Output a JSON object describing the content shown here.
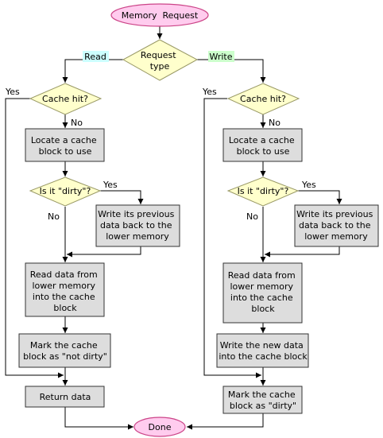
{
  "colors": {
    "terminal_fill": "#ffccee",
    "terminal_stroke": "#cc4488",
    "decision_fill": "#ffffcc",
    "decision_stroke": "#999966",
    "process_fill": "#dddddd",
    "process_stroke": "#333333",
    "read_tag_bg": "#ccffff",
    "write_tag_bg": "#ccffcc",
    "line": "#000000"
  },
  "start": {
    "label": "Memory  Request"
  },
  "end": {
    "label": "Done"
  },
  "request_type": {
    "lines": [
      "Request",
      "type"
    ]
  },
  "read_tag": "Read",
  "write_tag": "Write",
  "read": {
    "cache_hit": "Cache hit?",
    "yes": "Yes",
    "no": "No",
    "locate": [
      "Locate a cache",
      "block to use"
    ],
    "dirty": "Is it \"dirty\"?",
    "dirty_yes": "Yes",
    "dirty_no": "No",
    "write_prev": [
      "Write its previous",
      "data back to the",
      "lower memory"
    ],
    "read_data": [
      "Read data from",
      "lower memory",
      "into the cache",
      "block"
    ],
    "mark": [
      "Mark the cache",
      "block as \"not dirty\""
    ],
    "return": "Return data"
  },
  "write": {
    "cache_hit": "Cache hit?",
    "yes": "Yes",
    "no": "No",
    "locate": [
      "Locate a cache",
      "block to use"
    ],
    "dirty": "Is it \"dirty\"?",
    "dirty_yes": "Yes",
    "dirty_no": "No",
    "write_prev": [
      "Write its previous",
      "data back to the",
      "lower memory"
    ],
    "read_data": [
      "Read data from",
      "lower memory",
      "into the cache",
      "block"
    ],
    "write_new": [
      "Write the new data",
      "into the cache block"
    ],
    "mark": [
      "Mark the cache",
      "block as \"dirty\""
    ]
  }
}
